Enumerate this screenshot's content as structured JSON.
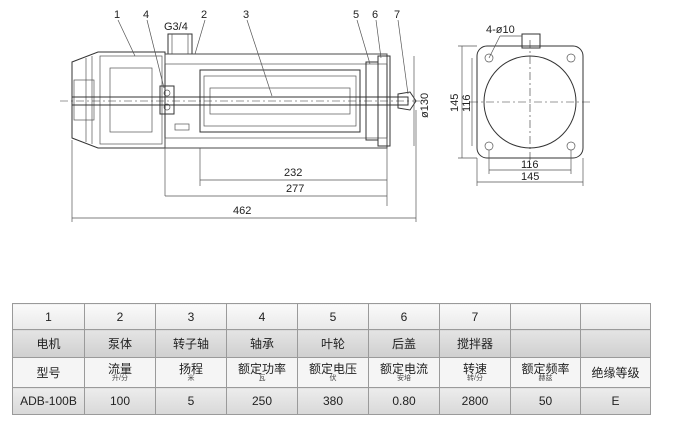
{
  "drawing": {
    "part_labels": [
      "1",
      "4",
      "G3/4",
      "2",
      "3",
      "5",
      "6",
      "7"
    ],
    "dimensions": {
      "d232": "232",
      "d277": "277",
      "d462": "462",
      "dia130": "ø130",
      "h116": "116",
      "h145": "145",
      "w116": "116",
      "w145": "145",
      "holes": "4-ø10"
    }
  },
  "table": {
    "numbers": [
      "1",
      "2",
      "3",
      "4",
      "5",
      "6",
      "7",
      "",
      ""
    ],
    "parts": [
      "电机",
      "泵体",
      "转子轴",
      "轴承",
      "叶轮",
      "后盖",
      "搅拌器",
      "",
      ""
    ],
    "params": [
      {
        "name": "型号",
        "unit": ""
      },
      {
        "name": "流量",
        "unit": "升/分"
      },
      {
        "name": "扬程",
        "unit": "米"
      },
      {
        "name": "额定功率",
        "unit": "瓦"
      },
      {
        "name": "额定电压",
        "unit": "伏"
      },
      {
        "name": "额定电流",
        "unit": "安培"
      },
      {
        "name": "转速",
        "unit": "转/分"
      },
      {
        "name": "额定频率",
        "unit": "赫兹"
      },
      {
        "name": "绝缘等级",
        "unit": ""
      }
    ],
    "values": [
      "ADB-100B",
      "100",
      "5",
      "250",
      "380",
      "0.80",
      "2800",
      "50",
      "E"
    ]
  }
}
